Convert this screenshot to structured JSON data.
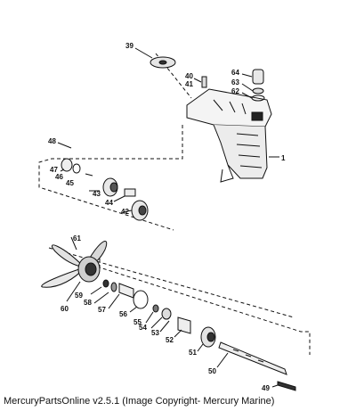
{
  "diagram": {
    "callouts": {
      "p1": "1",
      "p39": "39",
      "p40": "40",
      "p41": "41",
      "p62": "62",
      "p63": "63",
      "p64": "64",
      "p48": "48",
      "p47": "47",
      "p46": "46",
      "p45": "45",
      "p43": "43",
      "p44": "44",
      "p42": "42",
      "p61": "61",
      "p60": "60",
      "p59": "59",
      "p58": "58",
      "p57": "57",
      "p56": "56",
      "p55": "55",
      "p54": "54",
      "p53": "53",
      "p52": "52",
      "p51": "51",
      "p50": "50",
      "p49": "49"
    }
  },
  "caption": "MercuryPartsOnline v2.5.1 (Image Copyright- Mercury Marine)"
}
